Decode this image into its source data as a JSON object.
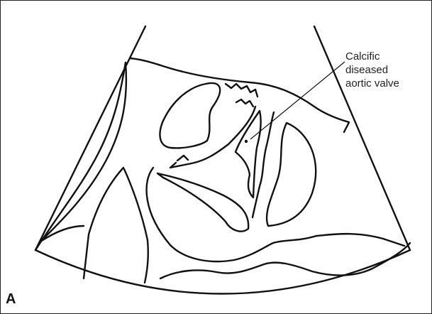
{
  "annotation": {
    "lines": [
      "Calcific",
      "diseased",
      "aortic valve"
    ]
  },
  "panel": {
    "letter": "A"
  },
  "colors": {
    "ink": "#111111",
    "background": "#ffffff",
    "border": "#222222"
  }
}
